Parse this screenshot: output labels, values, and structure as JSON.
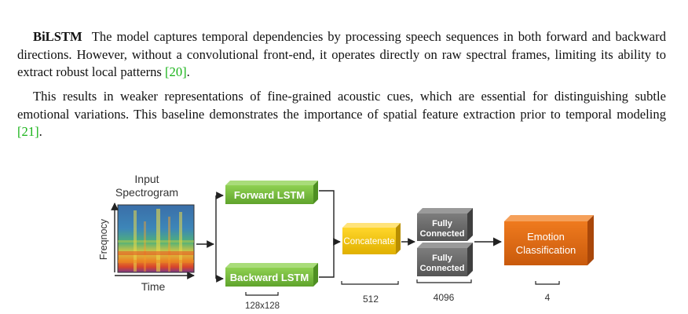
{
  "paragraphs": {
    "p1": {
      "lead": "BiLSTM",
      "text_before_cite": "The model captures temporal dependencies by processing speech sequences in both forward and backward directions. However, without a convolutional front-end, it operates directly on raw spectral frames, limiting its ability to extract robust local patterns ",
      "cite": "[20]",
      "text_after_cite": "."
    },
    "p2": {
      "text_before_cite": "This results in weaker representations of fine-grained acoustic cues, which are essential for distinguishing subtle emotional variations. This baseline demonstrates the importance of spatial feature extraction prior to temporal modeling ",
      "cite": "[21]",
      "text_after_cite": "."
    }
  },
  "diagram": {
    "input_label_line1": "Input",
    "input_label_line2": "Spectrogram",
    "y_axis_label": "Freqnocy",
    "x_axis_label": "Time",
    "forward_lstm": "Forward LSTM",
    "backward_lstm": "Backward LSTM",
    "concatenate": "Concatenate",
    "fc_line1": "Fully",
    "fc_line2": "Connected",
    "emotion_line1": "Emotion",
    "emotion_line2": "Classification",
    "dim_lstm": "128x128",
    "dim_concat": "512",
    "dim_fc": "4096",
    "dim_out": "4",
    "colors": {
      "lstm_green": "#7cc243",
      "concat_yellow": "#f2c80f",
      "fc_gray": "#6b6b6b",
      "emotion_orange": "#e06b14",
      "cite_green": "#19b319"
    }
  }
}
